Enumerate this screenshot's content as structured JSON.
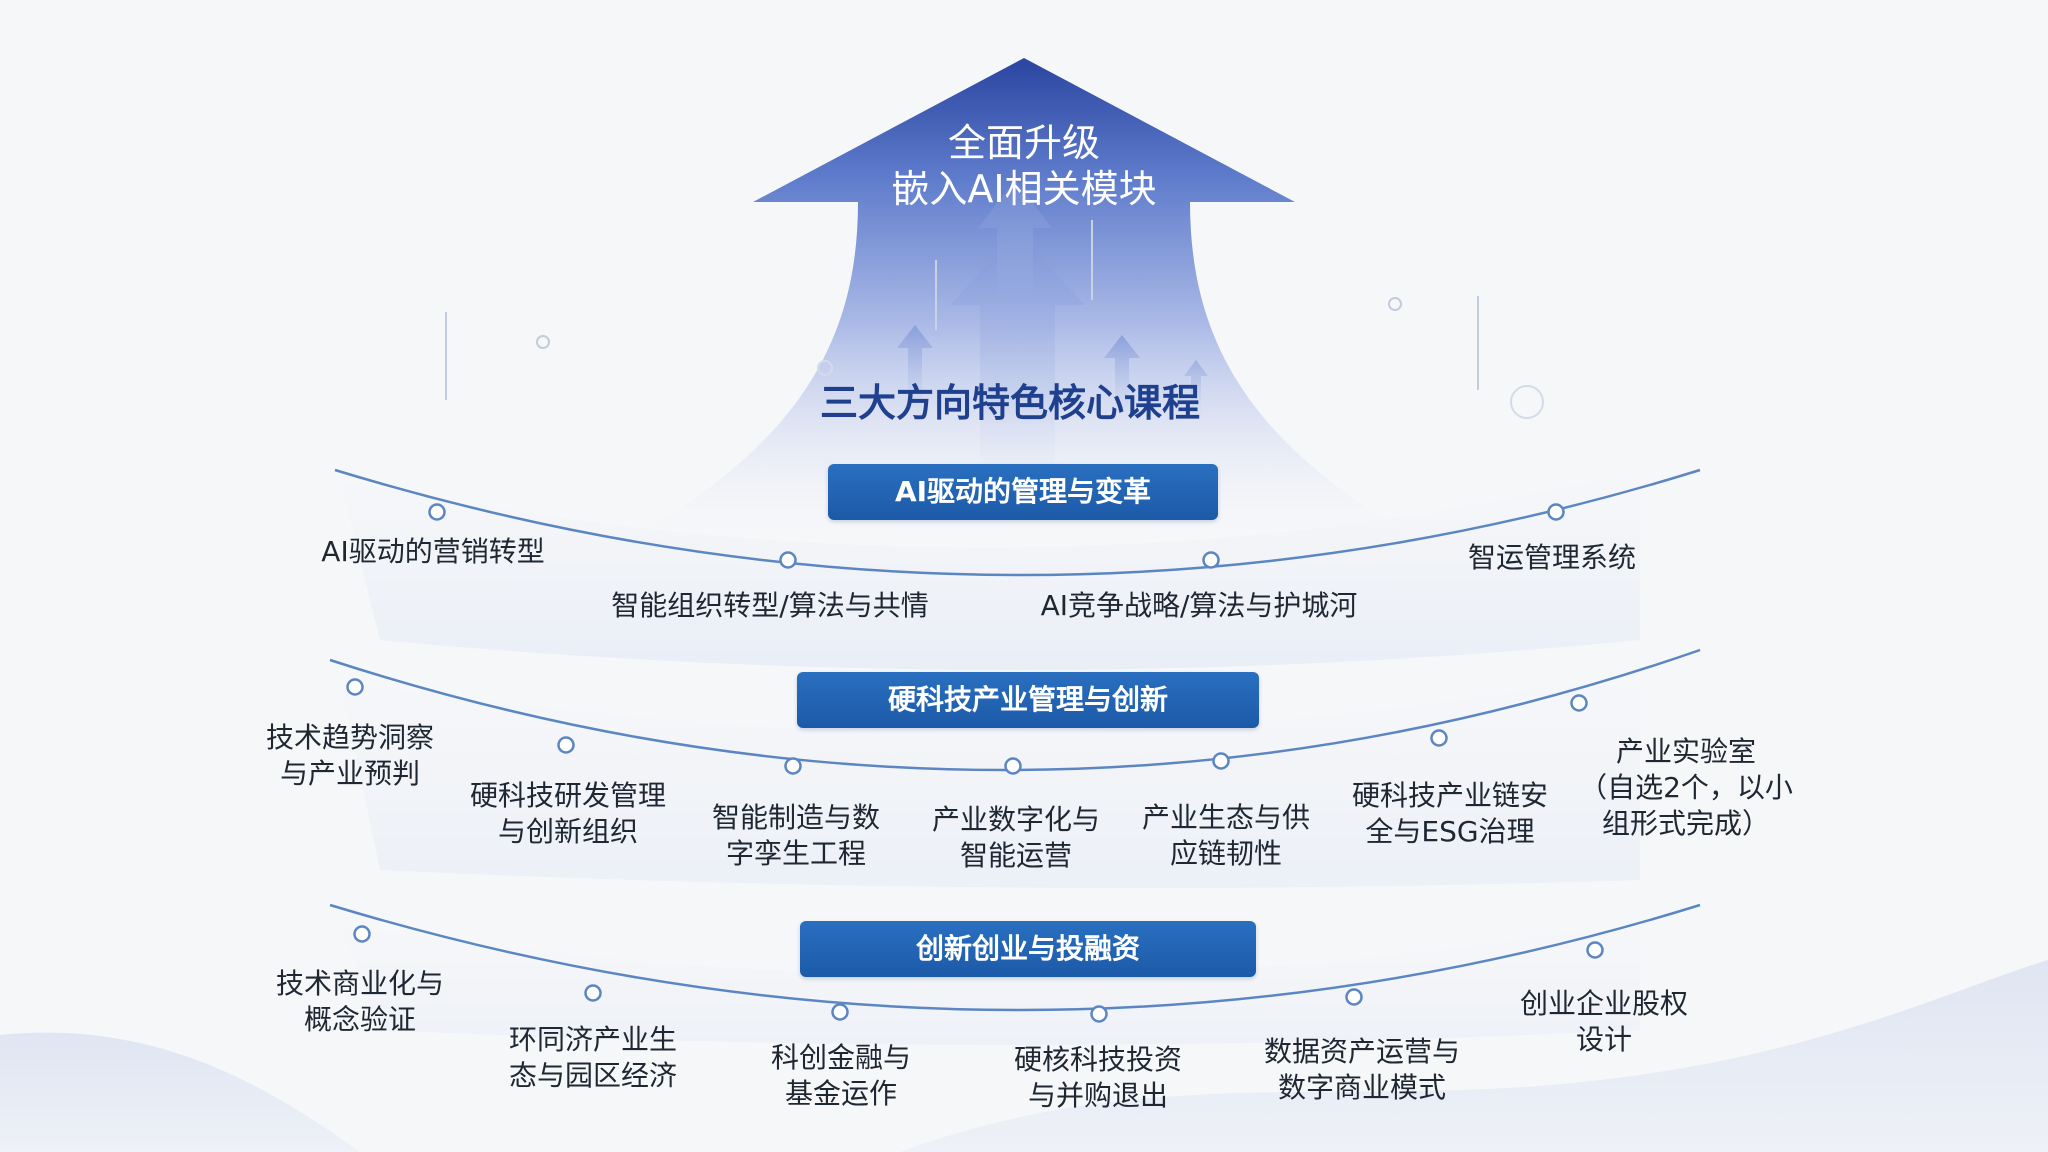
{
  "headline": {
    "line1": "全面升级",
    "line2": "嵌入AI相关模块"
  },
  "subtitle": "三大方向特色核心课程",
  "tiers": [
    {
      "title": "AI驱动的管理与变革",
      "modules": [
        "AI驱动的营销转型",
        "智能组织转型/算法与共情",
        "AI竞争战略/算法与护城河",
        "智运管理系统"
      ]
    },
    {
      "title": "硬科技产业管理与创新",
      "modules": [
        "技术趋势洞察\n与产业预判",
        "硬科技研发管理\n与创新组织",
        "智能制造与数\n字孪生工程",
        "产业数字化与\n智能运营",
        "产业生态与供\n应链韧性",
        "硬科技产业链安\n全与ESG治理",
        "产业实验室\n（自选2个，以小\n组形式完成）"
      ]
    },
    {
      "title": "创新创业与投融资",
      "modules": [
        "技术商业化与\n概念验证",
        "环同济产业生\n态与园区经济",
        "科创金融与\n基金运作",
        "硬核科技投资\n与并购退出",
        "数据资产运营与\n数字商业模式",
        "创业企业股权\n设计"
      ]
    }
  ],
  "colors": {
    "banner": "#1f5faa",
    "curve": "#5b86c2",
    "arrow_top": "#2c4aa0",
    "subtitle": "#1f3f8f"
  }
}
